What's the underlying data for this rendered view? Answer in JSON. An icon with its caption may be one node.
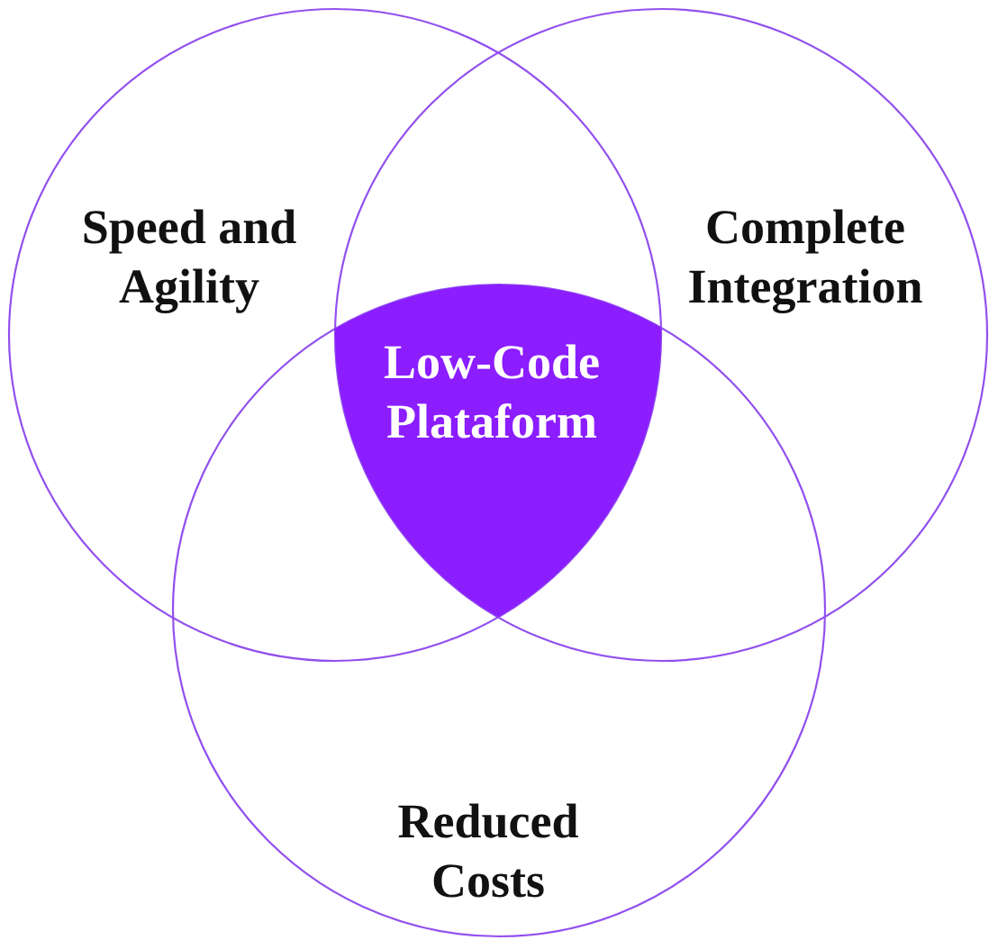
{
  "diagram": {
    "nodes": [
      {
        "text": [
          "Speed and Agility"
        ]
      },
      {
        "text": [
          "Complete Integration"
        ]
      },
      {
        "text": [
          "Low-Code Plataform"
        ]
      },
      {
        "text": [
          "Reduced Costs"
        ]
      }
    ]
  }
}
